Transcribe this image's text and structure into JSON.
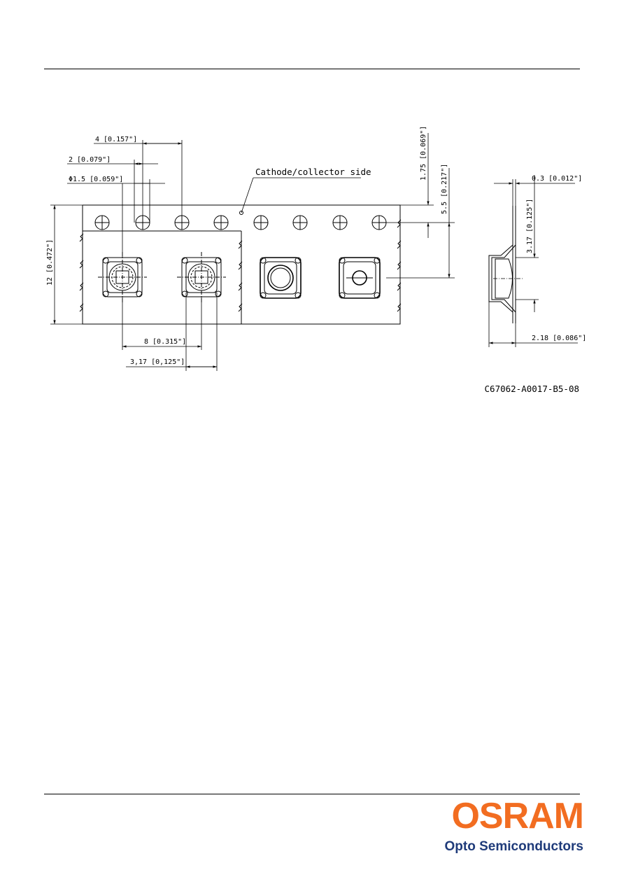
{
  "drawing": {
    "dims": {
      "pitch_sprocket": "4 [0.157\"]",
      "hole_offset": "2 [0.079\"]",
      "hole_diameter": "Φ1.5 [0.059\"]",
      "edge_to_holes": "1.75 [0.069\"]",
      "holes_to_center": "5.5 [0.217\"]",
      "tape_width": "12 [0.472\"]",
      "pocket_pitch": "8 [0.315\"]",
      "pocket_size": "3,17 [0,125\"]",
      "tape_thickness": "0.3 [0.012\"]",
      "pocket_height": "3.17 [0.125\"]",
      "pocket_depth": "2.18 [0.086\"]"
    },
    "note": "Cathode/collector side",
    "code": "C67062-A0017-B5-08"
  },
  "logo": {
    "brand": "OSRAM",
    "subtitle": "Opto Semiconductors",
    "brand_color": "#f26d21",
    "subtitle_color": "#1f3b7a"
  }
}
